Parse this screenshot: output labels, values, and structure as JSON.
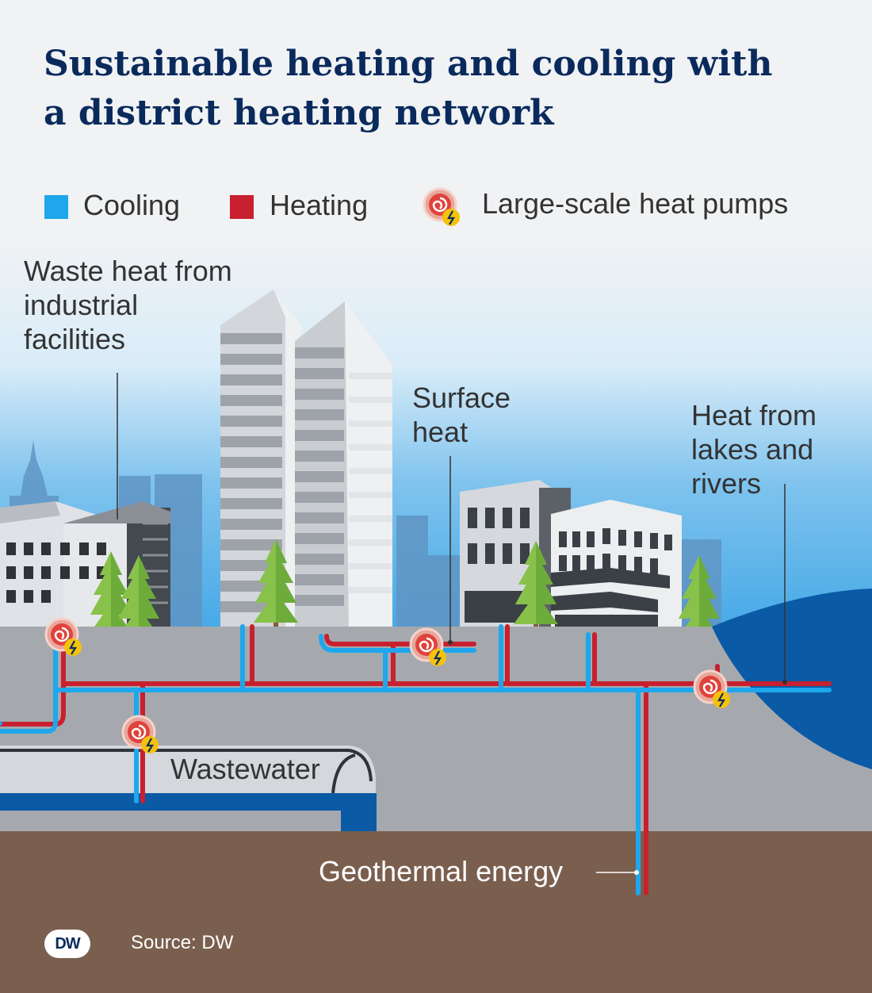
{
  "title": {
    "line1": "Sustainable heating and cooling with",
    "line2": "a district heating network"
  },
  "legend": {
    "cooling": "Cooling",
    "heating": "Heating",
    "heat_pumps": "Large-scale heat pumps"
  },
  "labels": {
    "waste_heat": [
      "Waste heat from",
      "industrial",
      "facilities"
    ],
    "surface_heat": [
      "Surface",
      "heat"
    ],
    "lakes_rivers": [
      "Heat from",
      "lakes and",
      "rivers"
    ],
    "wastewater": "Wastewater",
    "geothermal": "Geothermal energy"
  },
  "footer": {
    "logo": "DW",
    "source": "Source:  DW"
  },
  "colors": {
    "cooling": "#1ea7ec",
    "heating": "#c8202f",
    "title": "#0a2a5c",
    "water": "#0a5aa5",
    "ground": "#7a5f4e",
    "street": "#a5a9ae"
  },
  "icons": {
    "heat_pump": "heat-pump-icon",
    "logo": "dw-logo"
  }
}
